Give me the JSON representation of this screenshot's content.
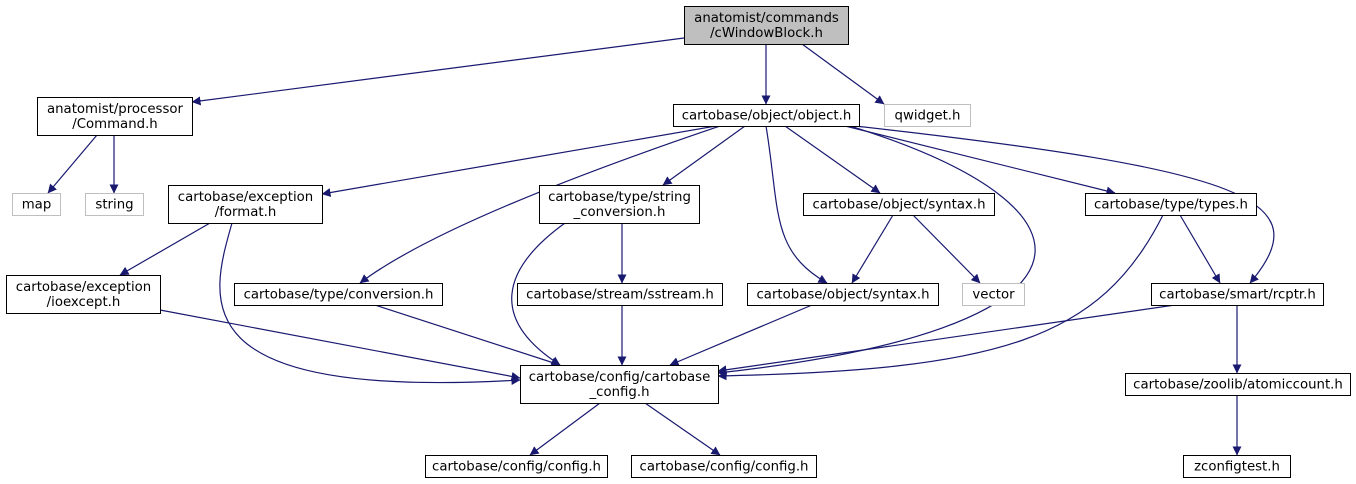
{
  "colors": {
    "edge": "#191970",
    "root_fill": "#bfbfbf",
    "node_border": "#000000",
    "external_border": "#bfbfbf",
    "text": "#000000",
    "background": "#ffffff"
  },
  "nodes": [
    {
      "id": "root",
      "lines": [
        "anatomist/commands",
        "/cWindowBlock.h"
      ],
      "style": "root"
    },
    {
      "id": "command",
      "lines": [
        "anatomist/processor",
        "/Command.h"
      ],
      "style": "normal"
    },
    {
      "id": "object",
      "lines": [
        "cartobase/object/object.h"
      ],
      "style": "normal"
    },
    {
      "id": "qwidget",
      "lines": [
        "qwidget.h"
      ],
      "style": "external"
    },
    {
      "id": "map",
      "lines": [
        "map"
      ],
      "style": "external"
    },
    {
      "id": "string",
      "lines": [
        "string"
      ],
      "style": "external"
    },
    {
      "id": "format",
      "lines": [
        "cartobase/exception",
        "/format.h"
      ],
      "style": "normal"
    },
    {
      "id": "stringconv",
      "lines": [
        "cartobase/type/string",
        "_conversion.h"
      ],
      "style": "normal"
    },
    {
      "id": "syntax1",
      "lines": [
        "cartobase/object/syntax.h"
      ],
      "style": "normal"
    },
    {
      "id": "types",
      "lines": [
        "cartobase/type/types.h"
      ],
      "style": "normal"
    },
    {
      "id": "ioexcept",
      "lines": [
        "cartobase/exception",
        "/ioexcept.h"
      ],
      "style": "normal"
    },
    {
      "id": "conversion",
      "lines": [
        "cartobase/type/conversion.h"
      ],
      "style": "normal"
    },
    {
      "id": "sstream",
      "lines": [
        "cartobase/stream/sstream.h"
      ],
      "style": "normal"
    },
    {
      "id": "syntax2",
      "lines": [
        "cartobase/object/syntax.h"
      ],
      "style": "normal"
    },
    {
      "id": "vector",
      "lines": [
        "vector"
      ],
      "style": "external"
    },
    {
      "id": "rcptr",
      "lines": [
        "cartobase/smart/rcptr.h"
      ],
      "style": "normal"
    },
    {
      "id": "cbconfig",
      "lines": [
        "cartobase/config/cartobase",
        "_config.h"
      ],
      "style": "normal"
    },
    {
      "id": "atomic",
      "lines": [
        "cartobase/zoolib/atomiccount.h"
      ],
      "style": "normal"
    },
    {
      "id": "config1",
      "lines": [
        "cartobase/config/config.h"
      ],
      "style": "normal"
    },
    {
      "id": "config2",
      "lines": [
        "cartobase/config/config.h"
      ],
      "style": "normal"
    },
    {
      "id": "zconfig",
      "lines": [
        "zconfigtest.h"
      ],
      "style": "normal"
    }
  ],
  "edges": [
    {
      "from": "root",
      "to": "command"
    },
    {
      "from": "root",
      "to": "object"
    },
    {
      "from": "root",
      "to": "qwidget"
    },
    {
      "from": "command",
      "to": "map"
    },
    {
      "from": "command",
      "to": "string"
    },
    {
      "from": "object",
      "to": "format"
    },
    {
      "from": "object",
      "to": "conversion"
    },
    {
      "from": "object",
      "to": "stringconv"
    },
    {
      "from": "object",
      "to": "syntax2"
    },
    {
      "from": "object",
      "to": "syntax1"
    },
    {
      "from": "object",
      "to": "cbconfig"
    },
    {
      "from": "object",
      "to": "types"
    },
    {
      "from": "object",
      "to": "rcptr"
    },
    {
      "from": "format",
      "to": "ioexcept"
    },
    {
      "from": "format",
      "to": "cbconfig"
    },
    {
      "from": "ioexcept",
      "to": "cbconfig"
    },
    {
      "from": "conversion",
      "to": "cbconfig"
    },
    {
      "from": "stringconv",
      "to": "cbconfig"
    },
    {
      "from": "stringconv",
      "to": "sstream"
    },
    {
      "from": "sstream",
      "to": "cbconfig"
    },
    {
      "from": "syntax1",
      "to": "syntax2"
    },
    {
      "from": "syntax1",
      "to": "vector"
    },
    {
      "from": "syntax2",
      "to": "cbconfig"
    },
    {
      "from": "types",
      "to": "cbconfig"
    },
    {
      "from": "types",
      "to": "rcptr"
    },
    {
      "from": "rcptr",
      "to": "cbconfig"
    },
    {
      "from": "rcptr",
      "to": "atomic"
    },
    {
      "from": "atomic",
      "to": "zconfig"
    },
    {
      "from": "cbconfig",
      "to": "config1"
    },
    {
      "from": "cbconfig",
      "to": "config2"
    }
  ]
}
